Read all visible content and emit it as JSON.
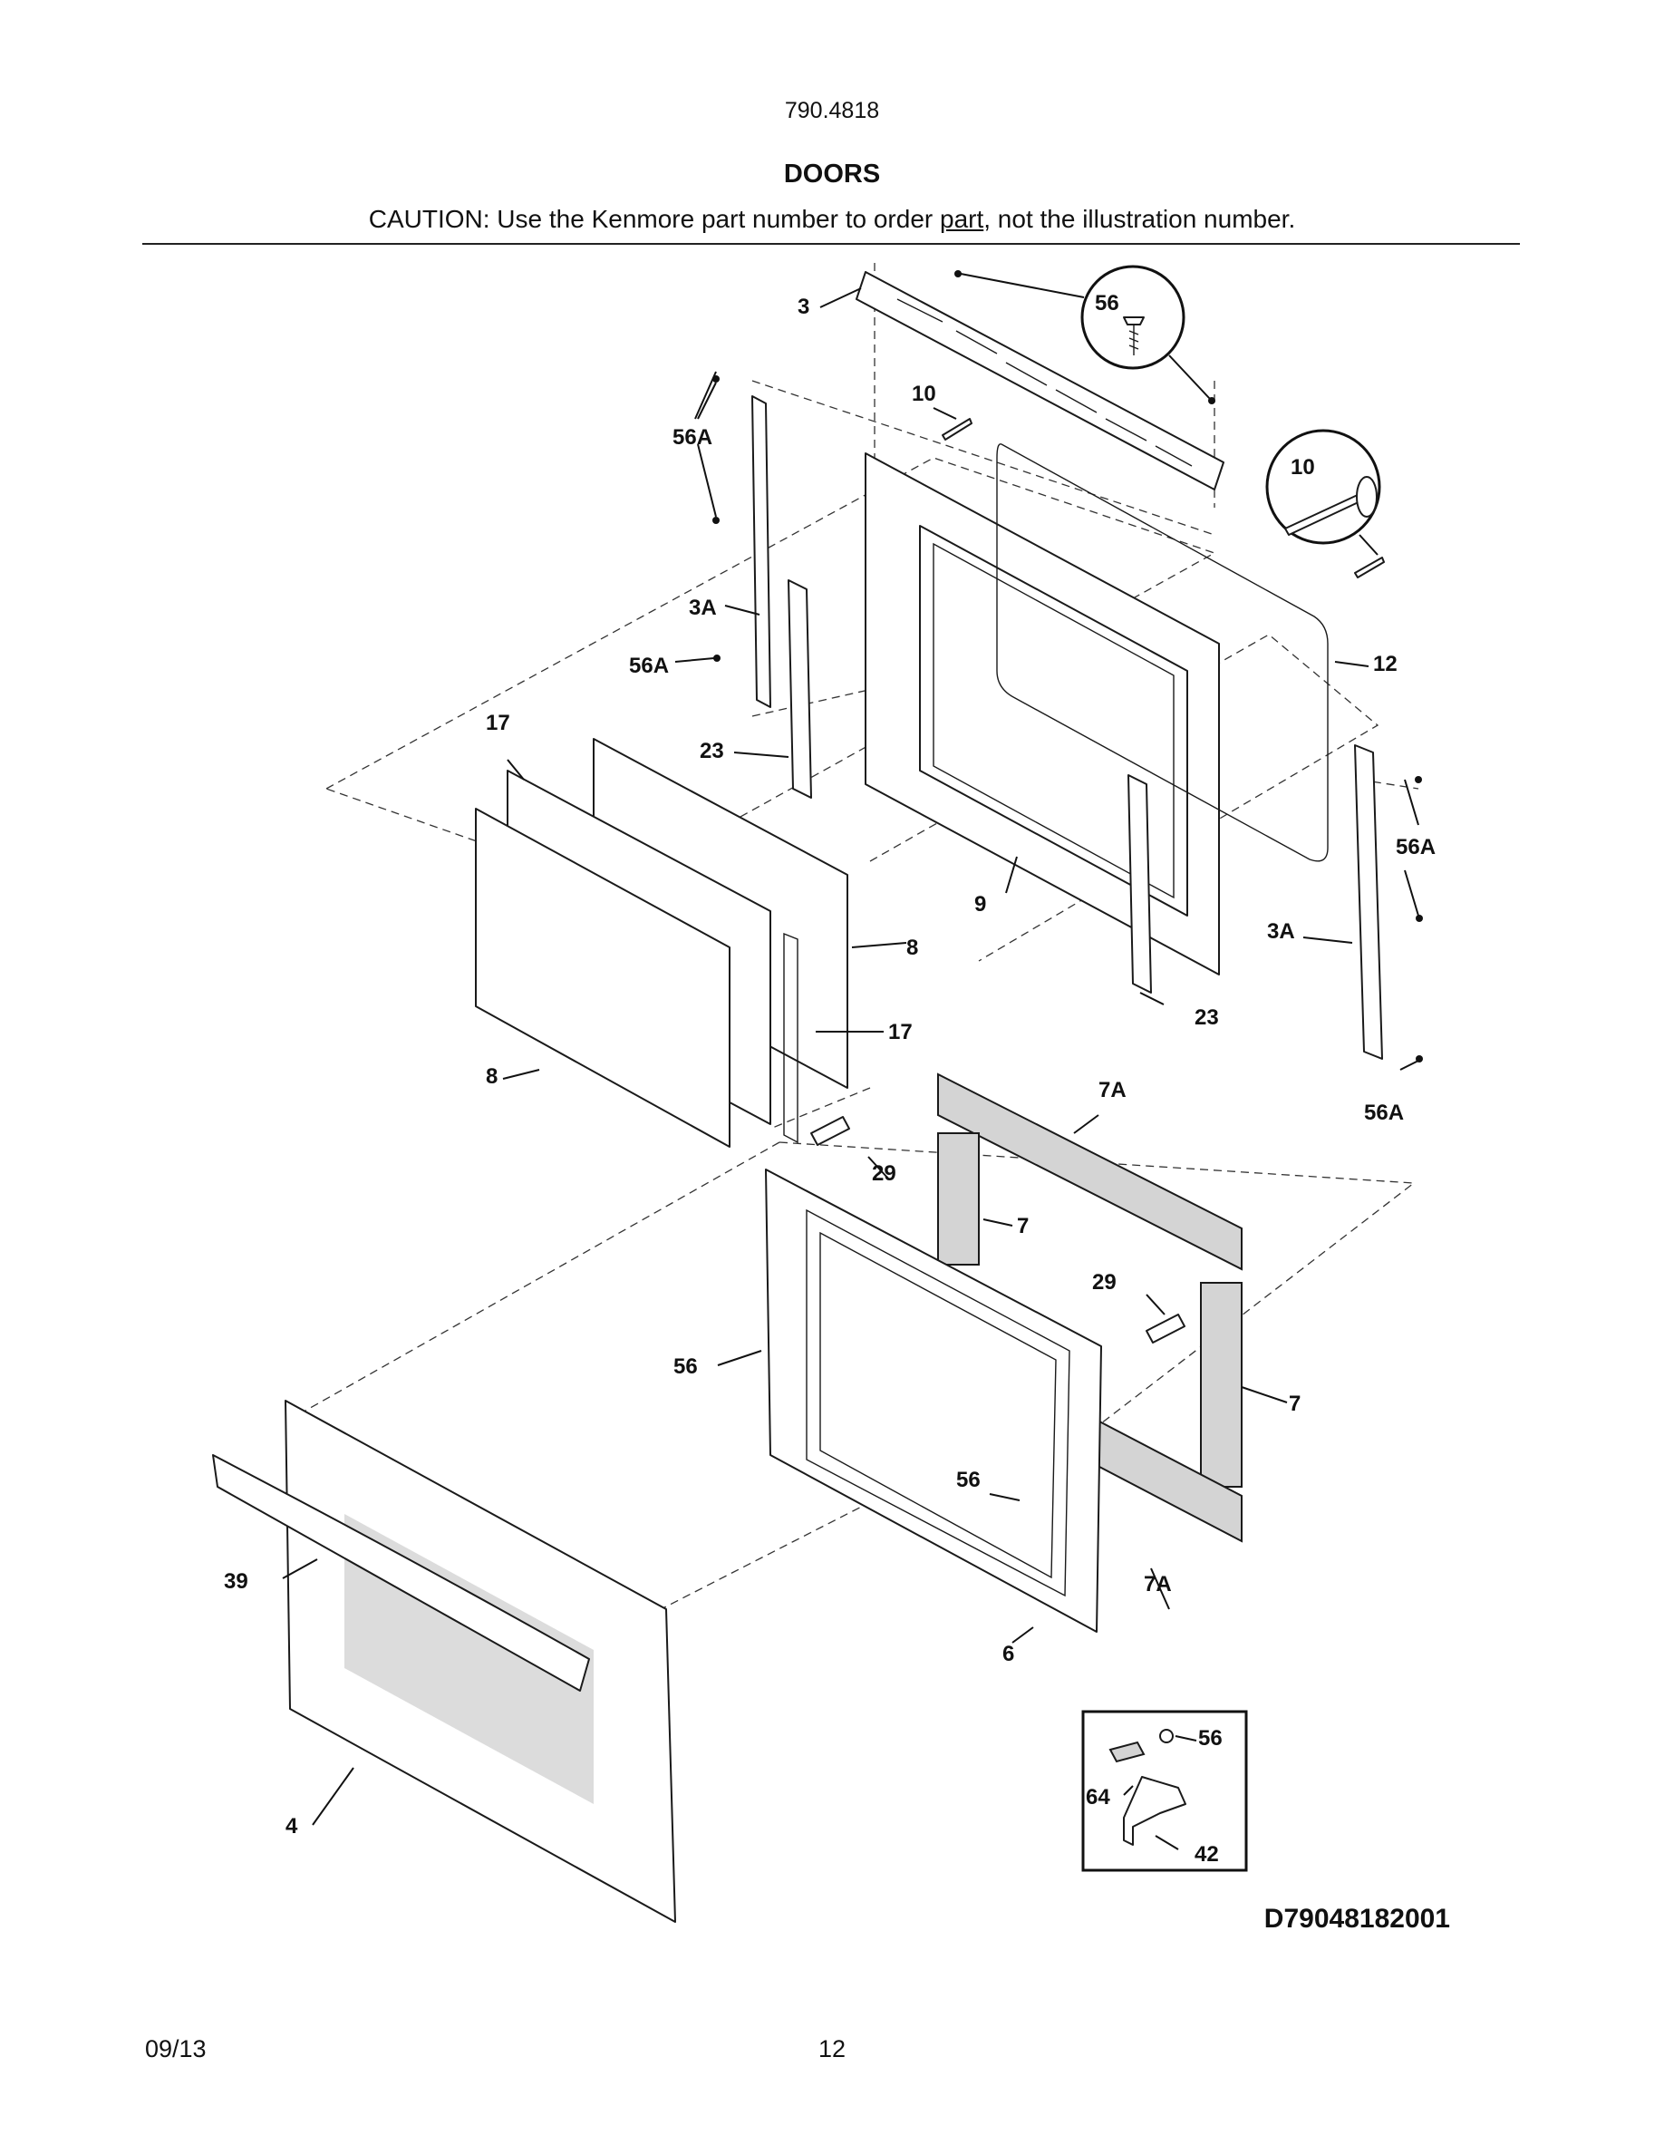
{
  "header": {
    "model": "790.4818",
    "title": "DOORS",
    "caution_before": "CAUTION: Use the Kenmore part number to order ",
    "caution_link": "part",
    "caution_after": ", not the illustration number."
  },
  "callouts": {
    "c3": "3",
    "c56_top": "56",
    "c10_a": "10",
    "c10_b": "10",
    "c56a_1": "56A",
    "c3a_1": "3A",
    "c56a_2": "56A",
    "c12": "12",
    "c17_a": "17",
    "c23_a": "23",
    "c56a_3": "56A",
    "c9": "9",
    "c3a_2": "3A",
    "c8_a": "8",
    "c17_b": "17",
    "c23_b": "23",
    "c8_b": "8",
    "c7a_a": "7A",
    "c56a_4": "56A",
    "c29_a": "29",
    "c7_a": "7",
    "c29_b": "29",
    "c56_a": "56",
    "c7_b": "7",
    "c56_b": "56",
    "c39": "39",
    "c7a_b": "7A",
    "c6": "6",
    "c4": "4",
    "c56_inset": "56",
    "c64": "64",
    "c42": "42"
  },
  "diagram_id": "D79048182001",
  "footer": {
    "date": "09/13",
    "page": "12"
  }
}
